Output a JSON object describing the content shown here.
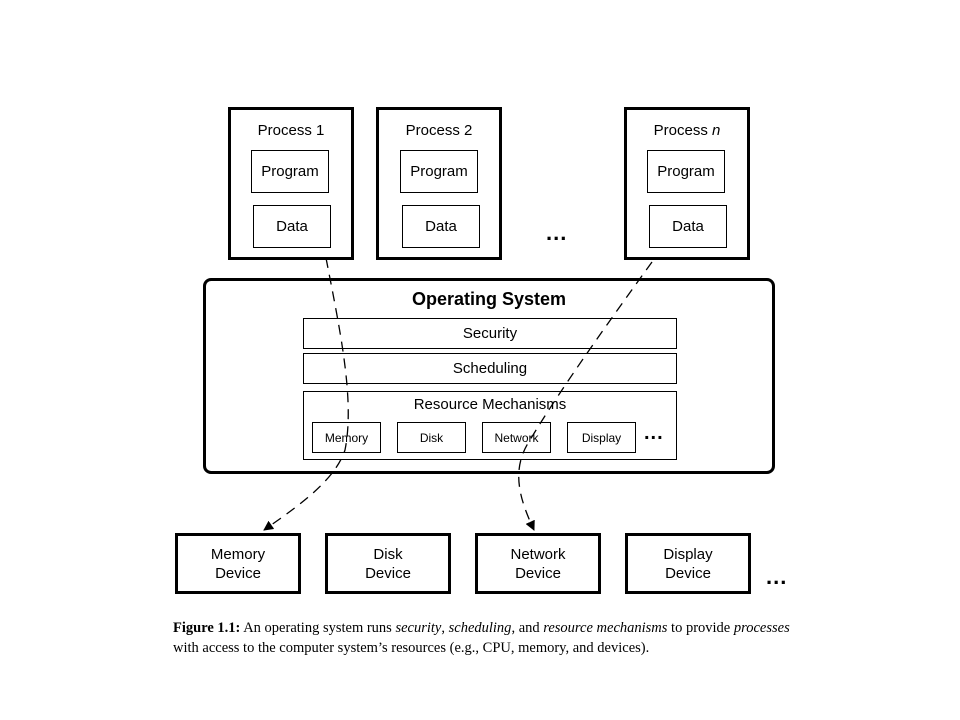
{
  "processes": [
    {
      "title": "Process 1",
      "program": "Program",
      "data": "Data"
    },
    {
      "title": "Process 2",
      "program": "Program",
      "data": "Data"
    },
    {
      "title_prefix": "Process ",
      "title_var": "n",
      "program": "Program",
      "data": "Data"
    }
  ],
  "process_ellipsis": "...",
  "os": {
    "title": "Operating System",
    "security": "Security",
    "scheduling": "Scheduling",
    "resource_mechanisms": "Resource Mechanisms",
    "mechanisms": [
      "Memory",
      "Disk",
      "Network",
      "Display"
    ],
    "ellipsis": "..."
  },
  "devices": [
    {
      "line1": "Memory",
      "line2": "Device"
    },
    {
      "line1": "Disk",
      "line2": "Device"
    },
    {
      "line1": "Network",
      "line2": "Device"
    },
    {
      "line1": "Display",
      "line2": "Device"
    }
  ],
  "device_ellipsis": "...",
  "caption": {
    "label": "Figure 1.1:",
    "t1": " An operating system runs ",
    "e1": "security",
    "t2": ", ",
    "e2": "scheduling",
    "t3": ", and ",
    "e3": "resource mechanisms",
    "t4": " to provide ",
    "e4": "processes",
    "t5": " with access to the computer system’s resources (e.g., CPU, memory, and devices)."
  }
}
